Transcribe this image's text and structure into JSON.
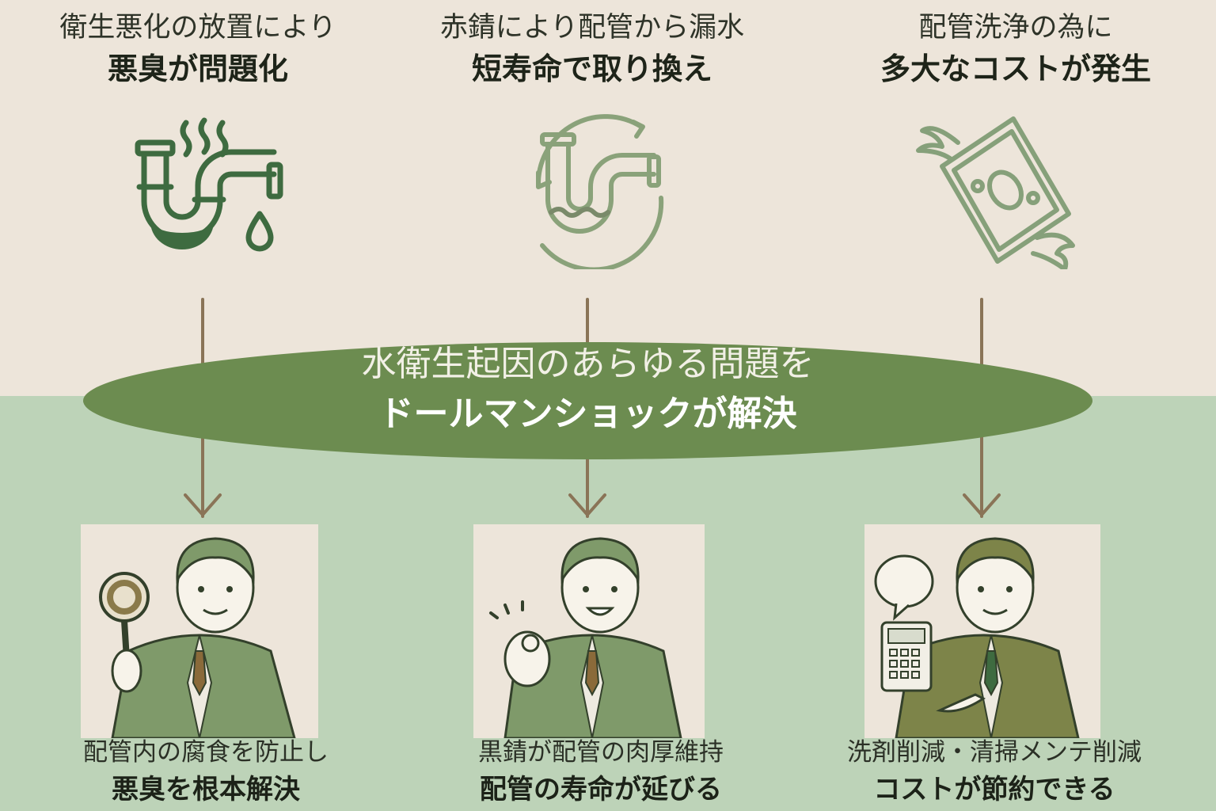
{
  "problems": [
    {
      "line1": "衛生悪化の放置により",
      "line2": "悪臭が問題化",
      "icon": "smelly-pipe-icon"
    },
    {
      "line1": "赤錆により配管から漏水",
      "line2": "短寿命で取り換え",
      "icon": "rusty-pipe-cycle-icon"
    },
    {
      "line1": "配管洗浄の為に",
      "line2": "多大なコストが発生",
      "icon": "flying-money-icon"
    }
  ],
  "banner": {
    "line1": "水衛生起因のあらゆる問題を",
    "line2": "ドールマンショックが解決"
  },
  "results": [
    {
      "line1": "配管内の腐食を防止し",
      "line2": "悪臭を根本解決",
      "illustration": "worker-with-magnifier"
    },
    {
      "line1": "黒錆が配管の肉厚維持",
      "line2": "配管の寿命が延びる",
      "illustration": "worker-ok-sign"
    },
    {
      "line1": "洗剤削減・清掃メンテ削減",
      "line2": "コストが節約できる",
      "illustration": "worker-with-calculator"
    }
  ],
  "colors": {
    "top_background": "#ede5da",
    "bottom_background": "#bdd3b8",
    "banner": "#6c8c50",
    "arrow": "#8a7457",
    "icon_green": "#3e6b40",
    "suit_green": "#7f9a6a",
    "suit_olive": "#7d8449"
  }
}
